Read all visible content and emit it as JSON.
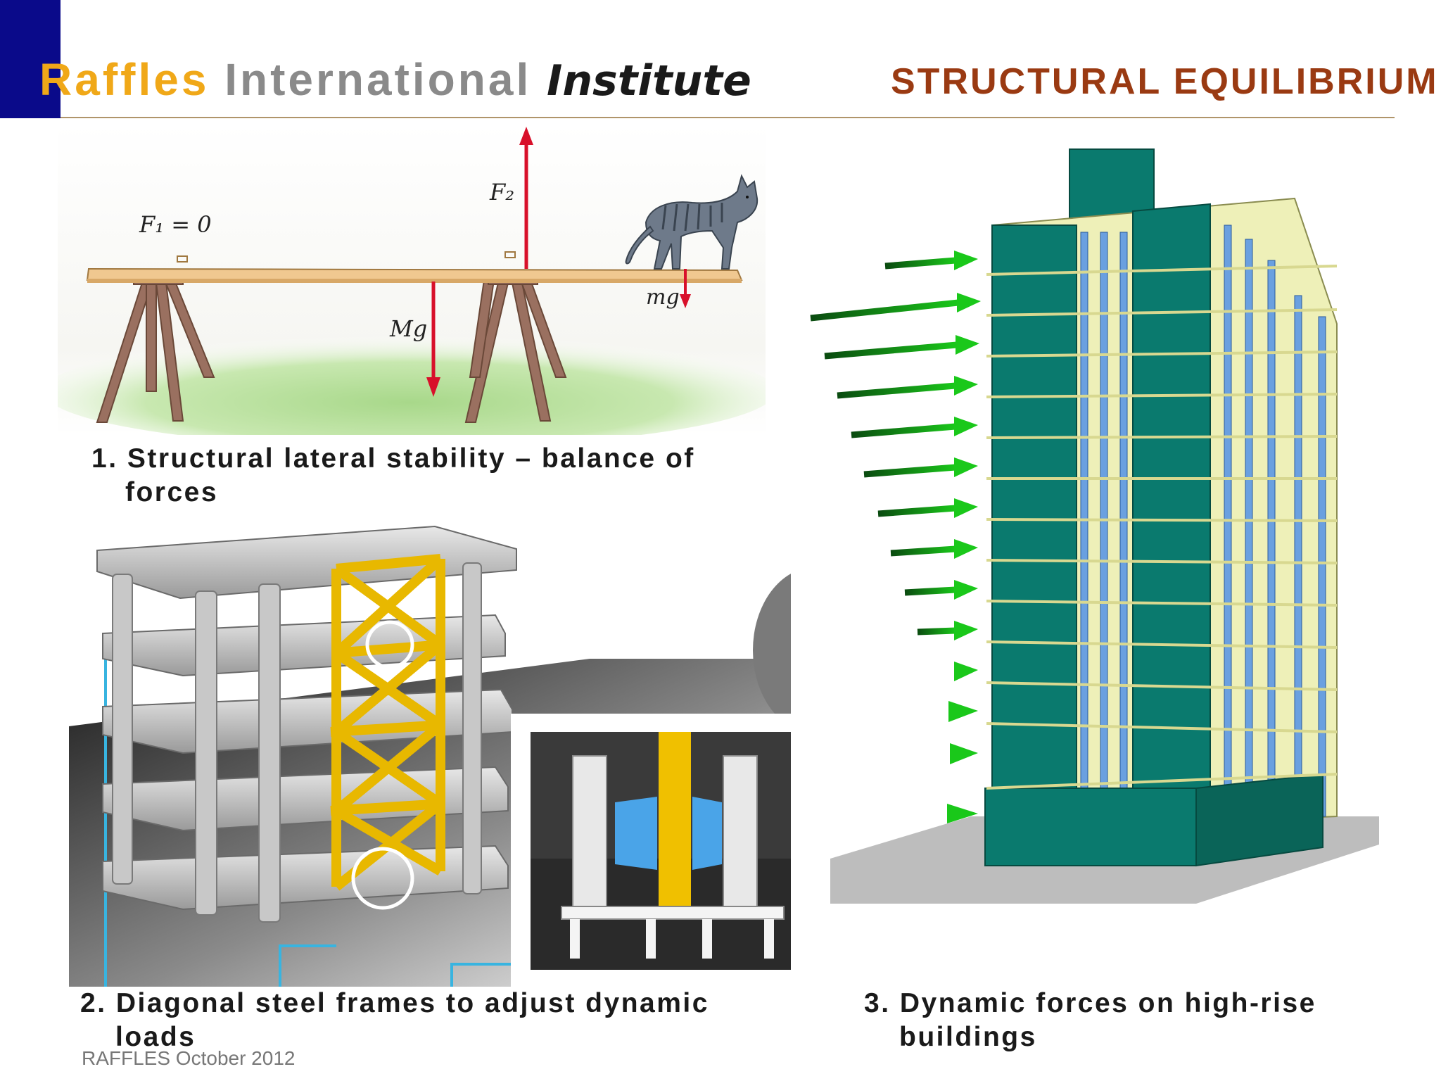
{
  "header": {
    "brand_part1": "Raffles",
    "brand_part2": "International",
    "brand_part3": "Institute",
    "title": "STRUCTURAL EQUILIBRIUM"
  },
  "figure1": {
    "label_f1": "F₁ = 0",
    "label_f2": "F₂",
    "label_big_mg": "Mg",
    "label_small_mg": "mg",
    "caption_line1": "1. Structural lateral stability – balance of",
    "caption_line2": "forces"
  },
  "figure2": {
    "caption_line1": "2. Diagonal steel frames to adjust dynamic",
    "caption_line2": "loads"
  },
  "figure3": {
    "caption_line1": "3. Dynamic forces on high-rise",
    "caption_line2": "buildings"
  },
  "footer": {
    "text": "RAFFLES October 2012"
  },
  "colors": {
    "corner_block": "#0a0a8a",
    "brand_orange": "#f0a818",
    "brand_gray": "#8a8a8a",
    "title_brown": "#9a3a12",
    "force_arrow_red": "#d8102a",
    "wind_arrow_green": "#1aaa1a",
    "frame_yellow": "#f0c000",
    "building_teal": "#0a7a6e"
  }
}
